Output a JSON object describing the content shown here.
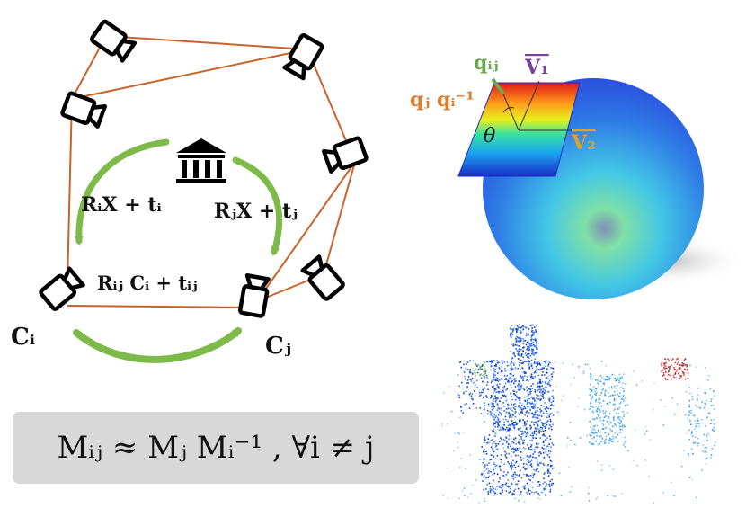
{
  "labels": {
    "eq_ri": "RᵢX + tᵢ",
    "eq_rj": "RⱼX + tⱼ",
    "eq_rij": "Rᵢⱼ Cᵢ + tᵢⱼ",
    "cam_i": "Cᵢ",
    "cam_j": "Cⱼ",
    "q_ij": "qᵢⱼ",
    "q_jqi": "qⱼ qᵢ⁻¹",
    "v1": "V₁",
    "v2": "V₂",
    "theta": "θ"
  },
  "formula": {
    "text": "Mᵢⱼ ≈ Mⱼ Mᵢ⁻¹ , ∀i ≠ j"
  },
  "colors": {
    "edge": "#c8632a",
    "arrow_green": "#7dba4a",
    "sphere_blue": "#2f5fe0",
    "label_green": "#6aa84f",
    "label_purple": "#7b3fa0",
    "label_orange": "#e07b2a"
  },
  "icons": [
    "camera-icon",
    "landmark-icon"
  ]
}
